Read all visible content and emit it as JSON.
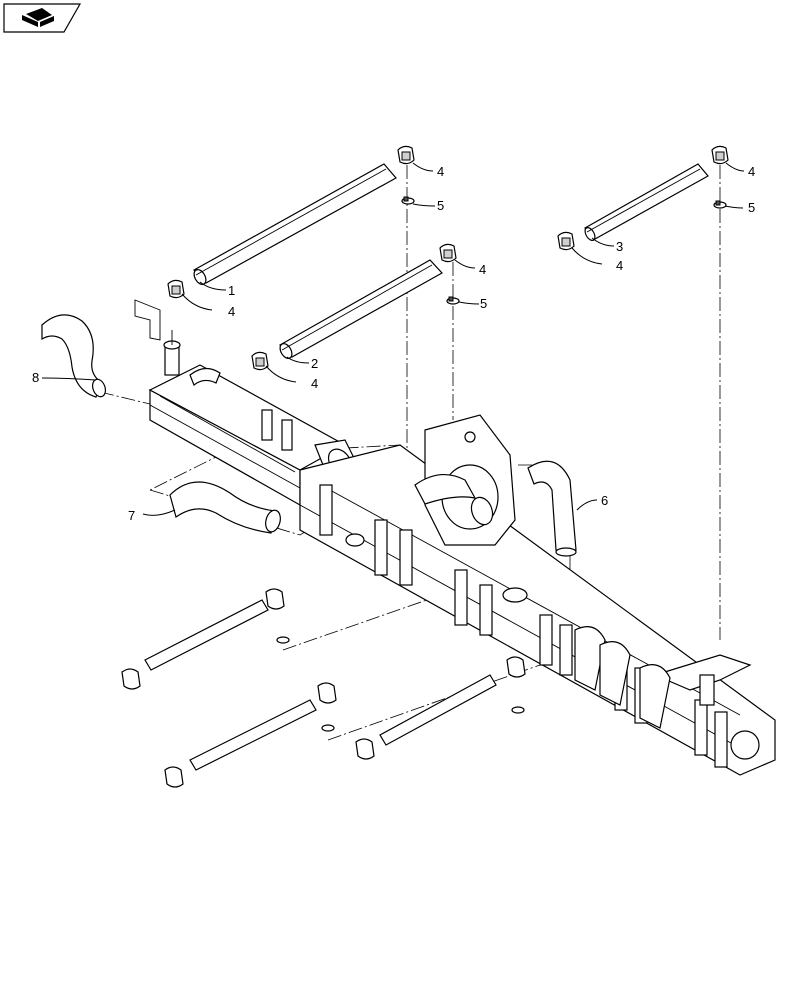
{
  "icon": {
    "name": "bookmark-arrow-icon"
  },
  "callouts": [
    "1",
    "2",
    "3",
    "4",
    "4",
    "4",
    "4",
    "4",
    "5",
    "5",
    "5",
    "6",
    "7",
    "8"
  ],
  "parts": [
    "tube",
    "tube",
    "tube",
    "elbow",
    "elbow",
    "elbow",
    "elbow",
    "elbow",
    "clamp",
    "clamp",
    "clamp",
    "hose",
    "hose",
    "hose"
  ]
}
